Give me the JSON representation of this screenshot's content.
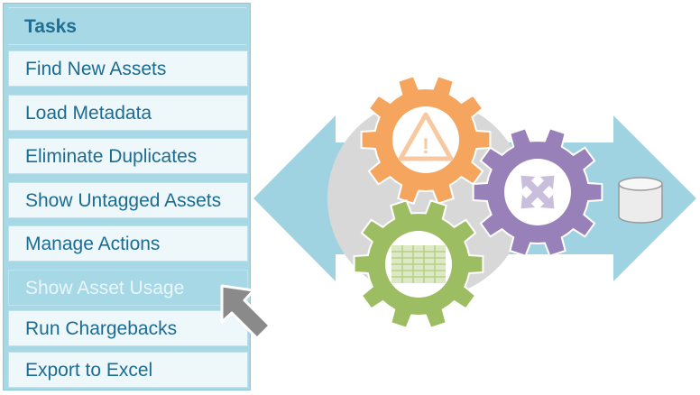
{
  "panel": {
    "title": "Tasks",
    "items": [
      {
        "label": "Find New Assets",
        "state": "enabled"
      },
      {
        "label": "Load Metadata",
        "state": "enabled"
      },
      {
        "label": "Eliminate Duplicates",
        "state": "enabled"
      },
      {
        "label": "Show Untagged Assets",
        "state": "enabled"
      },
      {
        "label": "Manage Actions",
        "state": "enabled"
      },
      {
        "label": "Show Asset Usage",
        "state": "disabled"
      },
      {
        "label": "Run Chargebacks",
        "state": "enabled"
      },
      {
        "label": "Export to Excel",
        "state": "enabled"
      }
    ]
  },
  "diagram": {
    "gears": [
      {
        "name": "warning-gear",
        "icon": "warning-icon",
        "color": "#f5a55e"
      },
      {
        "name": "move-gear",
        "icon": "move-arrows-icon",
        "color": "#9880b8"
      },
      {
        "name": "spreadsheet-gear",
        "icon": "spreadsheet-icon",
        "color": "#9dbd62"
      }
    ],
    "arrow_color": "#9fd3e2",
    "circle_color": "#d8d8d8",
    "database_icon": "database-icon",
    "pointer_icon": "arrow-pointer-icon"
  }
}
